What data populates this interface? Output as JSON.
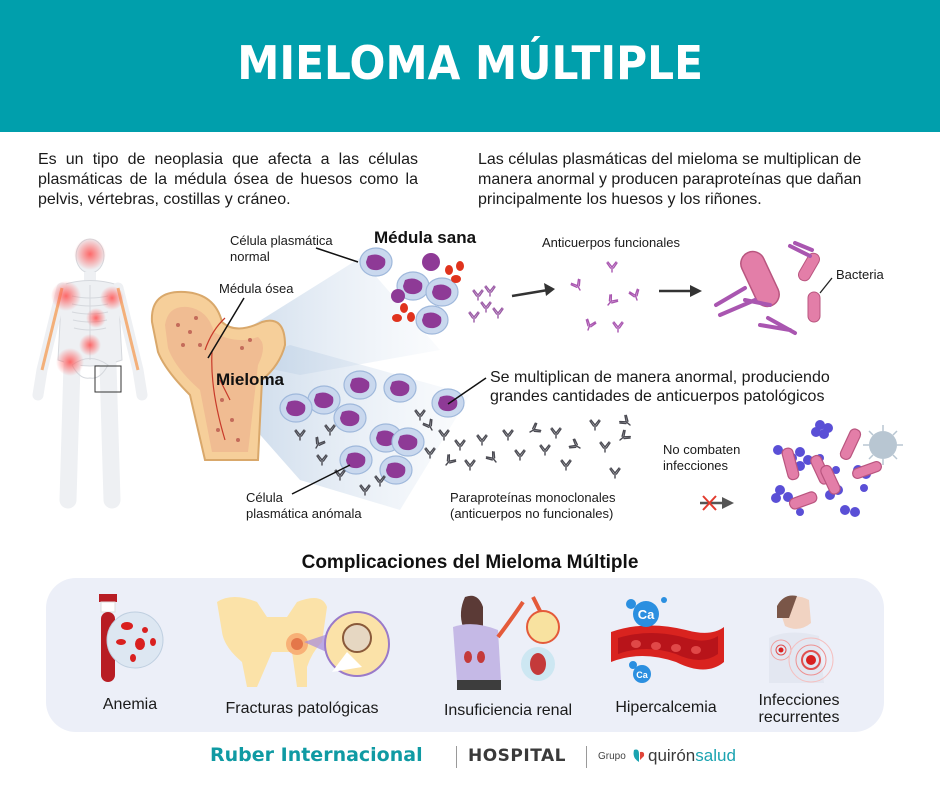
{
  "header": {
    "title": "MIELOMA MÚLTIPLE",
    "background_color": "#009fac"
  },
  "intro": {
    "left": "Es un tipo de neoplasia que afecta a las células plasmáticas de la médula ósea de huesos como la pelvis, vértebras, costillas y cráneo.",
    "right": "Las células plasmáticas del mieloma se multiplican de manera anormal y producen paraproteínas que dañan principalmente los huesos y los riñones."
  },
  "diagram": {
    "healthy_title": "Médula sana",
    "normal_cell_label": "Célula plasmática normal",
    "normal_cell_label_line1": "Célula plasmática",
    "normal_cell_label_line2": "normal",
    "bone_marrow_label": "Médula ósea",
    "myeloma_title": "Mieloma",
    "functional_antibodies_label": "Anticuerpos funcionales",
    "bacteria_label": "Bacteria",
    "abnormal_multiply_line1": "Se multiplican de manera anormal, produciendo",
    "abnormal_multiply_line2": "grandes cantidades de anticuerpos patológicos",
    "no_fight_line1": "No combaten",
    "no_fight_line2": "infecciones",
    "abnormal_cell_line1": "Célula",
    "abnormal_cell_line2": "plasmática anómala",
    "paraproteins_line1": "Paraproteínas monoclonales",
    "paraproteins_line2": "(anticuerpos no funcionales)"
  },
  "complications": {
    "title": "Complicaciones del Mieloma Múltiple",
    "items": [
      {
        "label": "Anemia",
        "icon": "blood-tube-icon"
      },
      {
        "label": "Fracturas patológicas",
        "icon": "pelvis-fracture-icon"
      },
      {
        "label": "Insuficiencia renal",
        "icon": "kidney-icon"
      },
      {
        "label": "Hipercalcemia",
        "icon": "calcium-vessel-icon"
      },
      {
        "label_line1": "Infecciones",
        "label_line2": "recurrentes",
        "icon": "sick-person-icon"
      }
    ],
    "calcium_symbol": "Ca"
  },
  "footer": {
    "brand": "Ruber Internacional",
    "hospital": "HOSPITAL",
    "grupo": "Grupo",
    "quiron": "quirón",
    "salud": "salud",
    "brand_color": "#0f9aa3"
  }
}
